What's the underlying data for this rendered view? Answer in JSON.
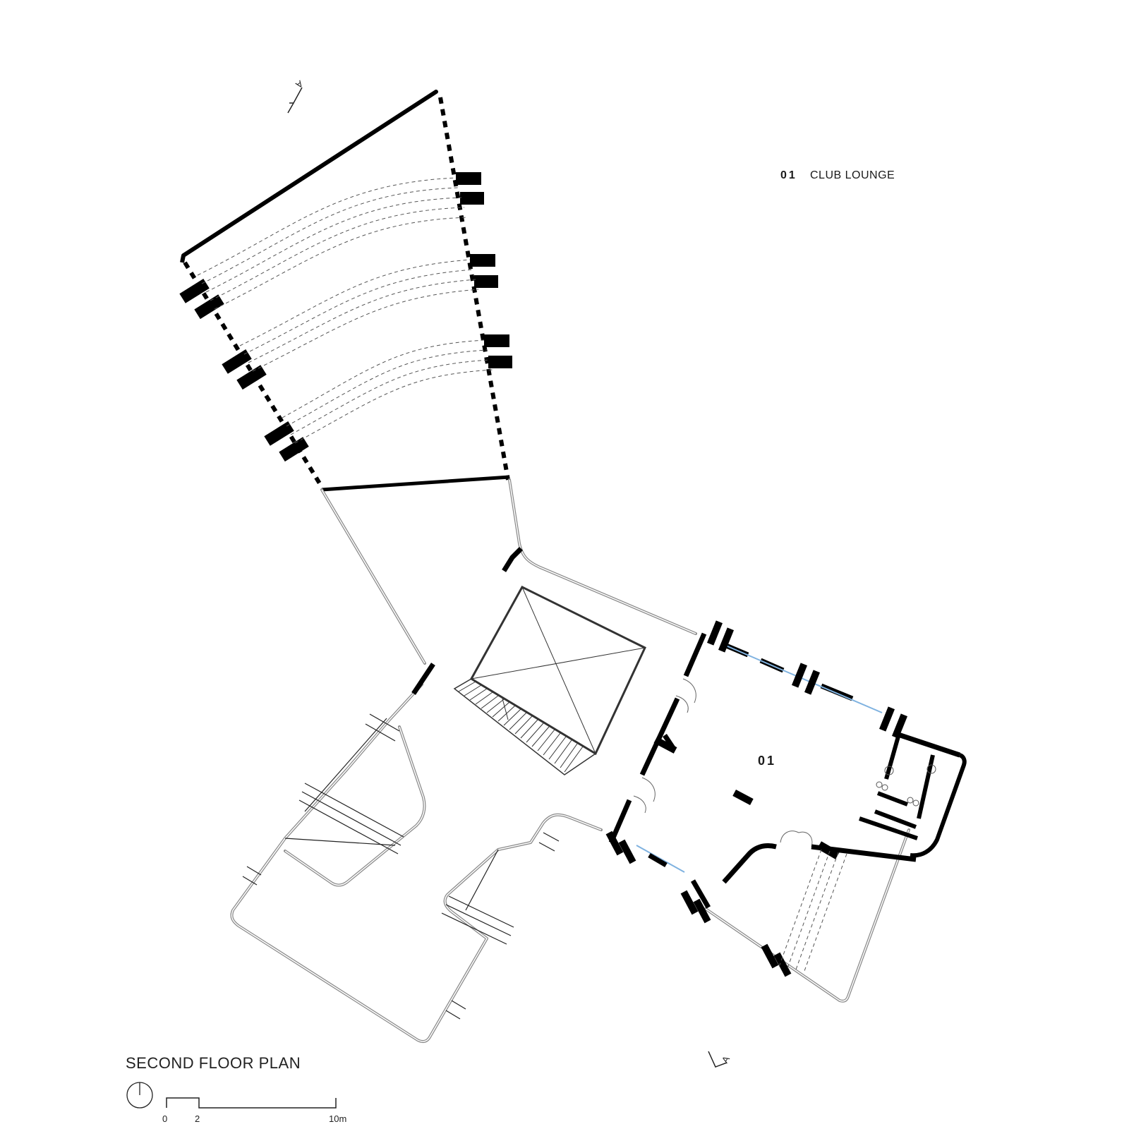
{
  "legend": {
    "number": "01",
    "name": "CLUB LOUNGE"
  },
  "room_tag": "01",
  "title": "SECOND FLOOR PLAN",
  "scale": {
    "labels": [
      "0",
      "2",
      "10m"
    ]
  },
  "section_marks": [
    "A",
    "A"
  ],
  "icons": [
    "north-arrow-icon",
    "section-arrow-icon"
  ],
  "colors": {
    "walls": "#000000",
    "outline": "#8a8a8a",
    "glazing": "#7fb2e0",
    "dashed": "#555555"
  }
}
